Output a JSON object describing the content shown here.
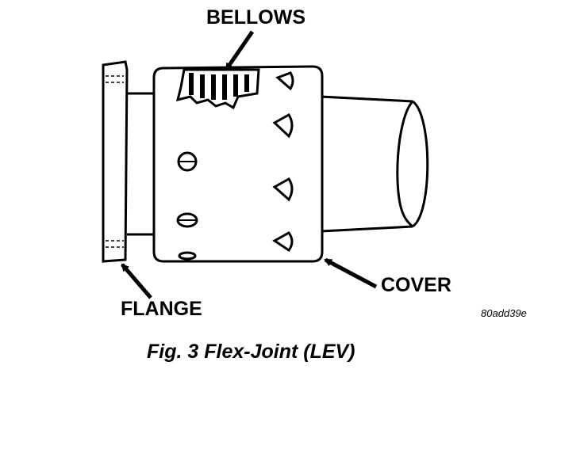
{
  "labels": {
    "bellows": "BELLOWS",
    "cover": "COVER",
    "flange": "FLANGE"
  },
  "figure_code": "80add39e",
  "caption": "Fig. 3 Flex-Joint (LEV)",
  "colors": {
    "ink": "#000000",
    "paper": "#ffffff"
  }
}
